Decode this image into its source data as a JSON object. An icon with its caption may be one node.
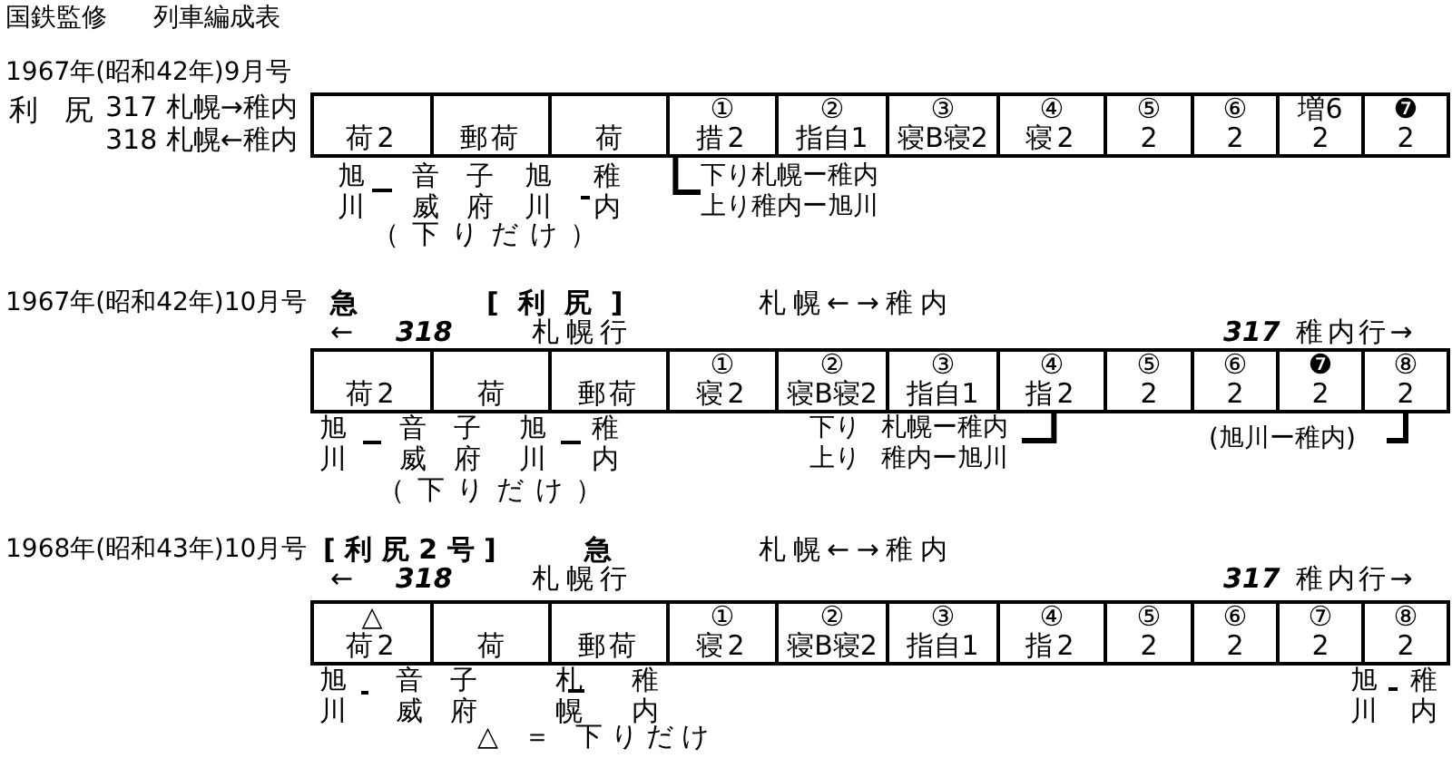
{
  "diagram": {
    "title": "国鉄監修 列車編成表",
    "nodes": [
      {
        "text": [
          "荷2"
        ]
      },
      {
        "text": [
          "郵荷"
        ]
      },
      {
        "text": [
          "荷"
        ]
      },
      {
        "text": [
          "①",
          "措2"
        ]
      },
      {
        "text": [
          "②",
          "指自1"
        ]
      },
      {
        "text": [
          "③",
          "寝B寝2"
        ]
      },
      {
        "text": [
          "④",
          "寝2"
        ]
      },
      {
        "text": [
          "⑤",
          "2"
        ]
      },
      {
        "text": [
          "⑥",
          "2"
        ]
      },
      {
        "text": [
          "増6",
          "2"
        ]
      },
      {
        "text": [
          "❼",
          "2"
        ]
      },
      {
        "text": [
          "下り札幌ー稚内",
          "上り稚内ー旭川"
        ]
      },
      {
        "text": [
          "荷2"
        ]
      },
      {
        "text": [
          "荷"
        ]
      },
      {
        "text": [
          "郵荷"
        ]
      },
      {
        "text": [
          "①",
          "寝2"
        ]
      },
      {
        "text": [
          "②",
          "寝B寝2"
        ]
      },
      {
        "text": [
          "③",
          "指自1"
        ]
      },
      {
        "text": [
          "④",
          "指2"
        ]
      },
      {
        "text": [
          "⑤",
          "2"
        ]
      },
      {
        "text": [
          "⑥",
          "2"
        ]
      },
      {
        "text": [
          "❼",
          "2"
        ]
      },
      {
        "text": [
          "⑧",
          "2"
        ]
      },
      {
        "text": [
          "下り 札幌ー稚内",
          "上り 稚内ー旭川"
        ]
      },
      {
        "text": [
          "(旭川ー稚内)"
        ]
      },
      {
        "text": [
          "△",
          "荷2"
        ]
      },
      {
        "text": [
          "荷"
        ]
      },
      {
        "text": [
          "郵荷"
        ]
      },
      {
        "text": [
          "①",
          "寝2"
        ]
      },
      {
        "text": [
          "②",
          "寝B寝2"
        ]
      },
      {
        "text": [
          "③",
          "指自1"
        ]
      },
      {
        "text": [
          "④",
          "指2"
        ]
      },
      {
        "text": [
          "⑤",
          "2"
        ]
      },
      {
        "text": [
          "⑥",
          "2"
        ]
      },
      {
        "text": [
          "⑦",
          "2"
        ]
      },
      {
        "text": [
          "⑧",
          "2"
        ]
      }
    ],
    "edges": [
      {
        "from": 11,
        "to": 3,
        "arrow": "none"
      },
      {
        "from": 23,
        "to": 18,
        "arrow": "none"
      },
      {
        "from": 24,
        "to": 22,
        "arrow": "none"
      }
    ],
    "labels": [
      "1967年(昭和42年)9月号",
      "利尻",
      "317 札幌→稚内",
      "318 札幌←稚内",
      "旭川",
      "音威子府",
      "旭川",
      "稚内",
      "（下りだけ）",
      "1967年(昭和42年)10月号",
      "急",
      "[利尻]",
      "札幌←→稚内",
      "←",
      "318",
      "札幌行",
      "317",
      "稚内行→",
      "旭川",
      "音威子府",
      "旭川",
      "稚内",
      "（下りだけ）",
      "1968年(昭和43年)10月号",
      "[利尻2号]",
      "急",
      "札幌←→稚内",
      "←",
      "318",
      "札幌行",
      "317",
      "稚内行→",
      "旭川",
      "音威子府",
      "札幌",
      "稚内",
      "△ ＝ 下りだけ",
      "旭川",
      "稚内"
    ]
  }
}
